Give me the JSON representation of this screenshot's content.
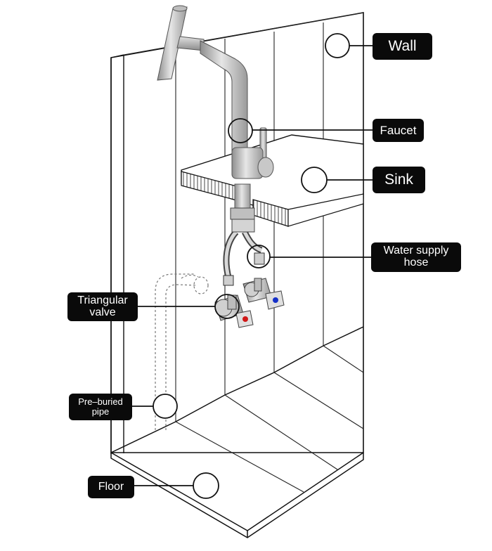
{
  "labels": {
    "wall": "Wall",
    "faucet": "Faucet",
    "sink": "Sink",
    "water_supply_hose_line1": "Water supply",
    "water_supply_hose_line2": "hose",
    "triangular_valve_line1": "Triangular",
    "triangular_valve_line2": "valve",
    "pre_buried_pipe_line1": "Pre–buried",
    "pre_buried_pipe_line2": "pipe",
    "floor": "Floor"
  },
  "colors": {
    "line": "#111111",
    "thin_line": "#555555",
    "label_bg": "#0a0a0a",
    "label_text": "#ffffff",
    "metal": "#b9b9b9",
    "metal_dark": "#7a7a7a",
    "hot_marker": "#d01818",
    "cold_marker": "#1530c8"
  }
}
